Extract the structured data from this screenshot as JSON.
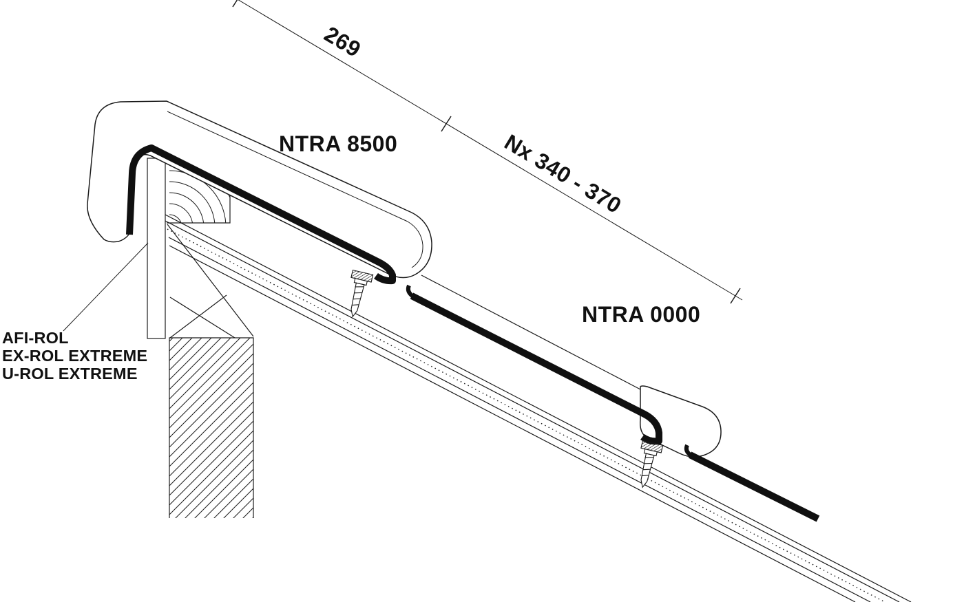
{
  "page": {
    "background": "#ffffff",
    "ink": "#1a1a1a",
    "kind": "roof-verge-cross-section-detail"
  },
  "dims": {
    "span_upper": "269",
    "span_lower": "Nx 340 - 370"
  },
  "labels": {
    "profile_upper": "NTRA 8500",
    "profile_lower": "NTRA 0000",
    "membrane": [
      "AFI-ROL",
      "EX-ROL EXTREME",
      "U-ROL EXTREME"
    ]
  },
  "icons": {
    "fasteners": "screw-icon",
    "hatch_fine": "wood-fascia-hatch",
    "hatch_wide": "wall-section-hatch",
    "end_grain": "timber-end-grain-arcs"
  }
}
